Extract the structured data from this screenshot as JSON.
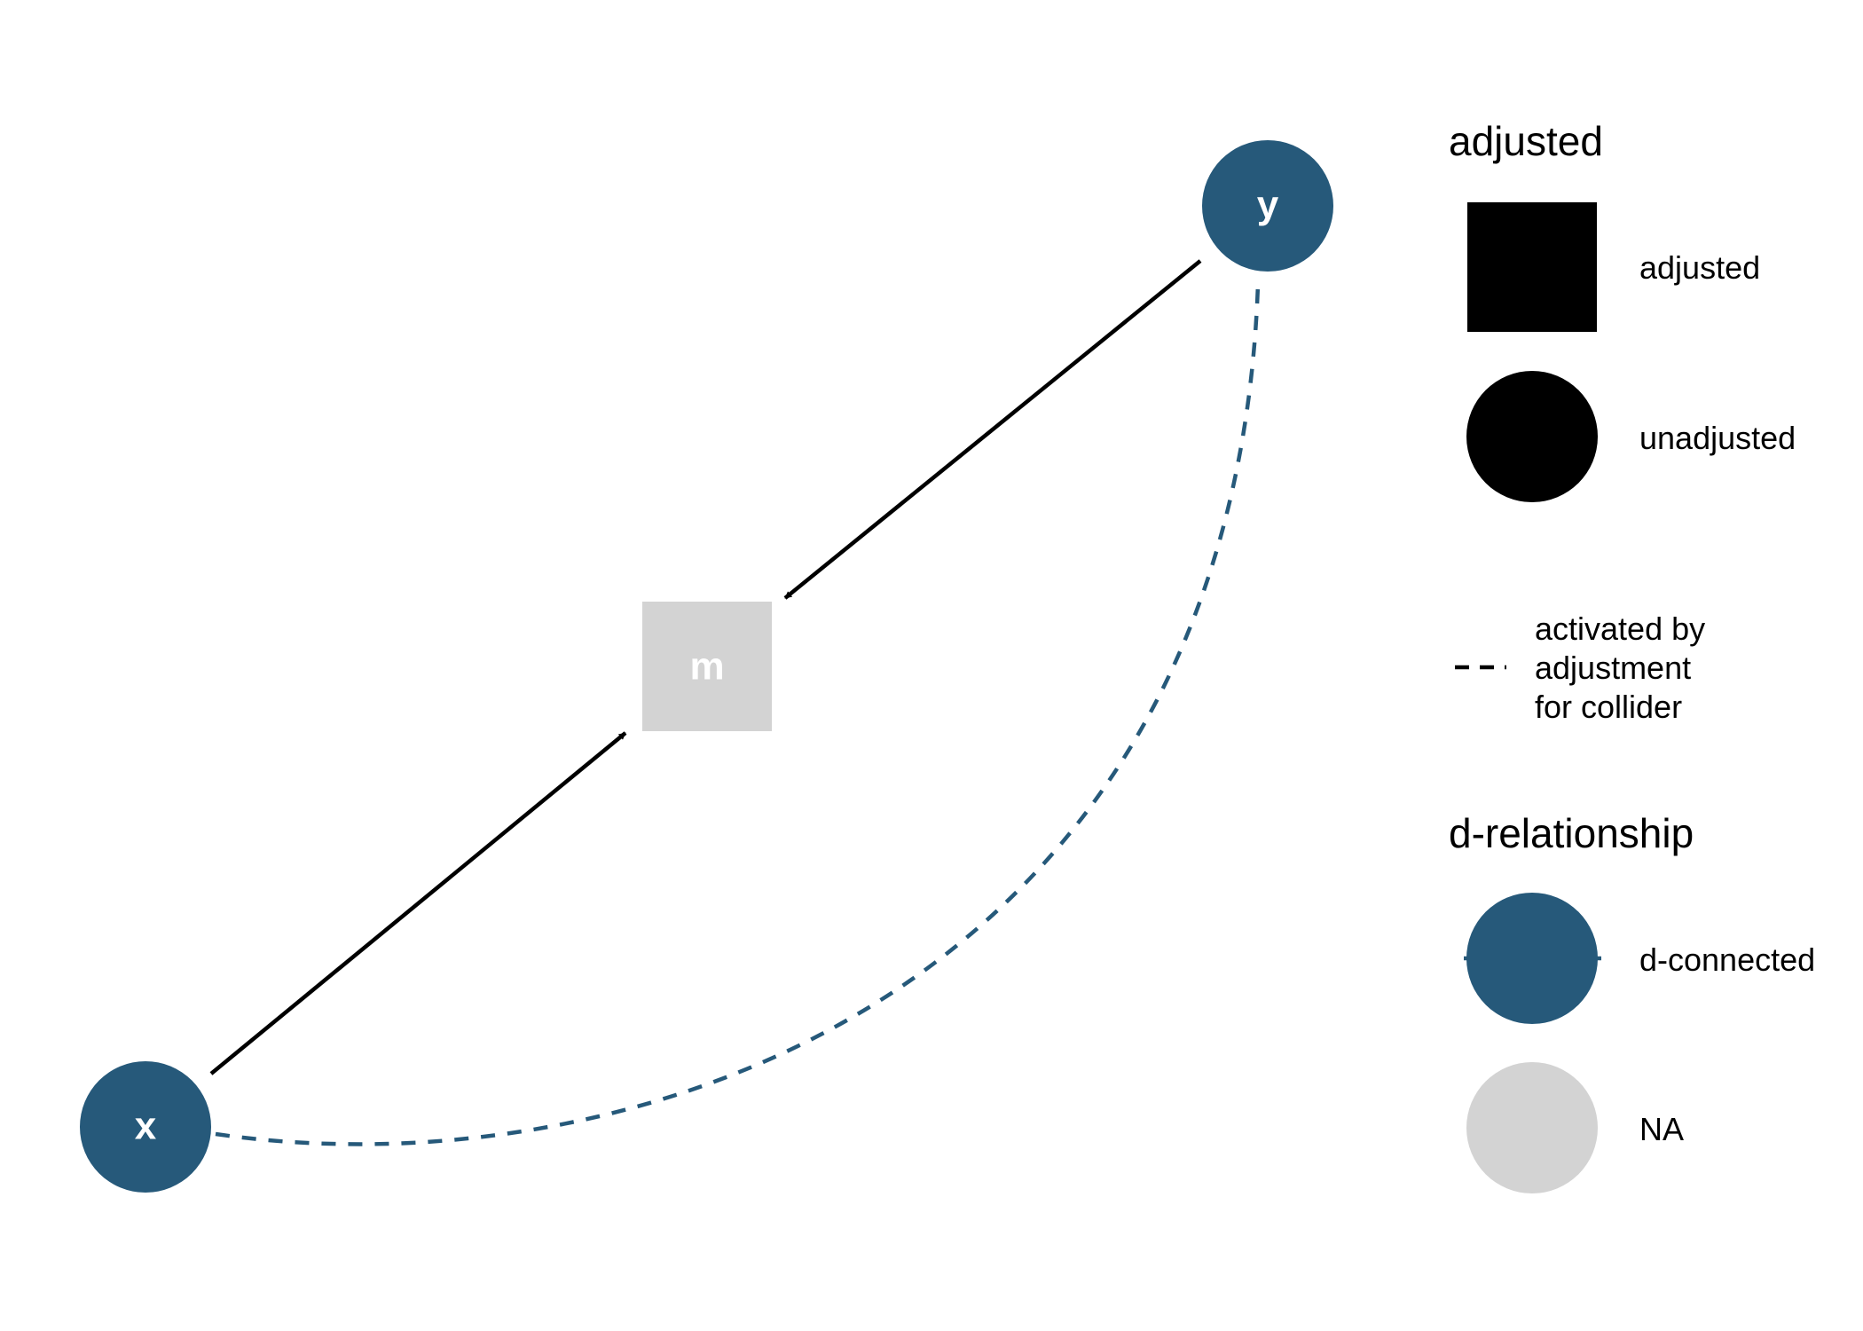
{
  "colors": {
    "d_connected": "#26597A",
    "na": "#D3D3D3",
    "edge": "#000000",
    "curve": "#26597A"
  },
  "nodes": {
    "x": {
      "label": "x",
      "shape": "circle",
      "status": "d-connected"
    },
    "y": {
      "label": "y",
      "shape": "circle",
      "status": "d-connected"
    },
    "m": {
      "label": "m",
      "shape": "square",
      "status": "NA"
    }
  },
  "edges": [
    {
      "from": "x",
      "to": "m",
      "style": "solid",
      "arrow": true
    },
    {
      "from": "y",
      "to": "m",
      "style": "solid",
      "arrow": true
    },
    {
      "from": "x",
      "to": "y",
      "style": "dashed",
      "arrow": false,
      "meaning": "activated by adjustment for collider"
    }
  ],
  "legend": {
    "adjusted": {
      "title": "adjusted",
      "items": [
        {
          "label": "adjusted",
          "icon": "square"
        },
        {
          "label": "unadjusted",
          "icon": "circle"
        }
      ]
    },
    "linetype": {
      "lines": [
        "activated by",
        "adjustment",
        "for collider"
      ],
      "icon": "dashed-line"
    },
    "d_relationship": {
      "title": "d-relationship",
      "items": [
        {
          "label": "d-connected",
          "icon": "circle"
        },
        {
          "label": "NA",
          "icon": "circle"
        }
      ]
    }
  }
}
